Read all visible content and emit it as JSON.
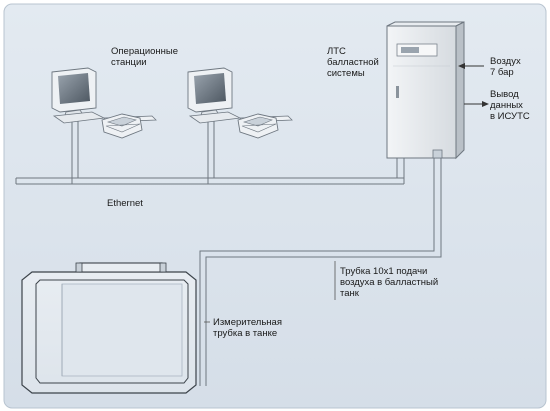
{
  "labels": {
    "operator_stations": "Операционные\nстанции",
    "lts_system": "ЛТС\nбалластной\nсистемы",
    "air_supply": "Воздух\n7 бар",
    "data_output": "Вывод\nданных\nв ИСУТС",
    "ethernet": "Ethernet",
    "air_tube": "Трубка 10х1 подачи\nвоздуха в балластный\nтанк",
    "measuring_tube": "Измерительная\nтрубка в танке"
  }
}
